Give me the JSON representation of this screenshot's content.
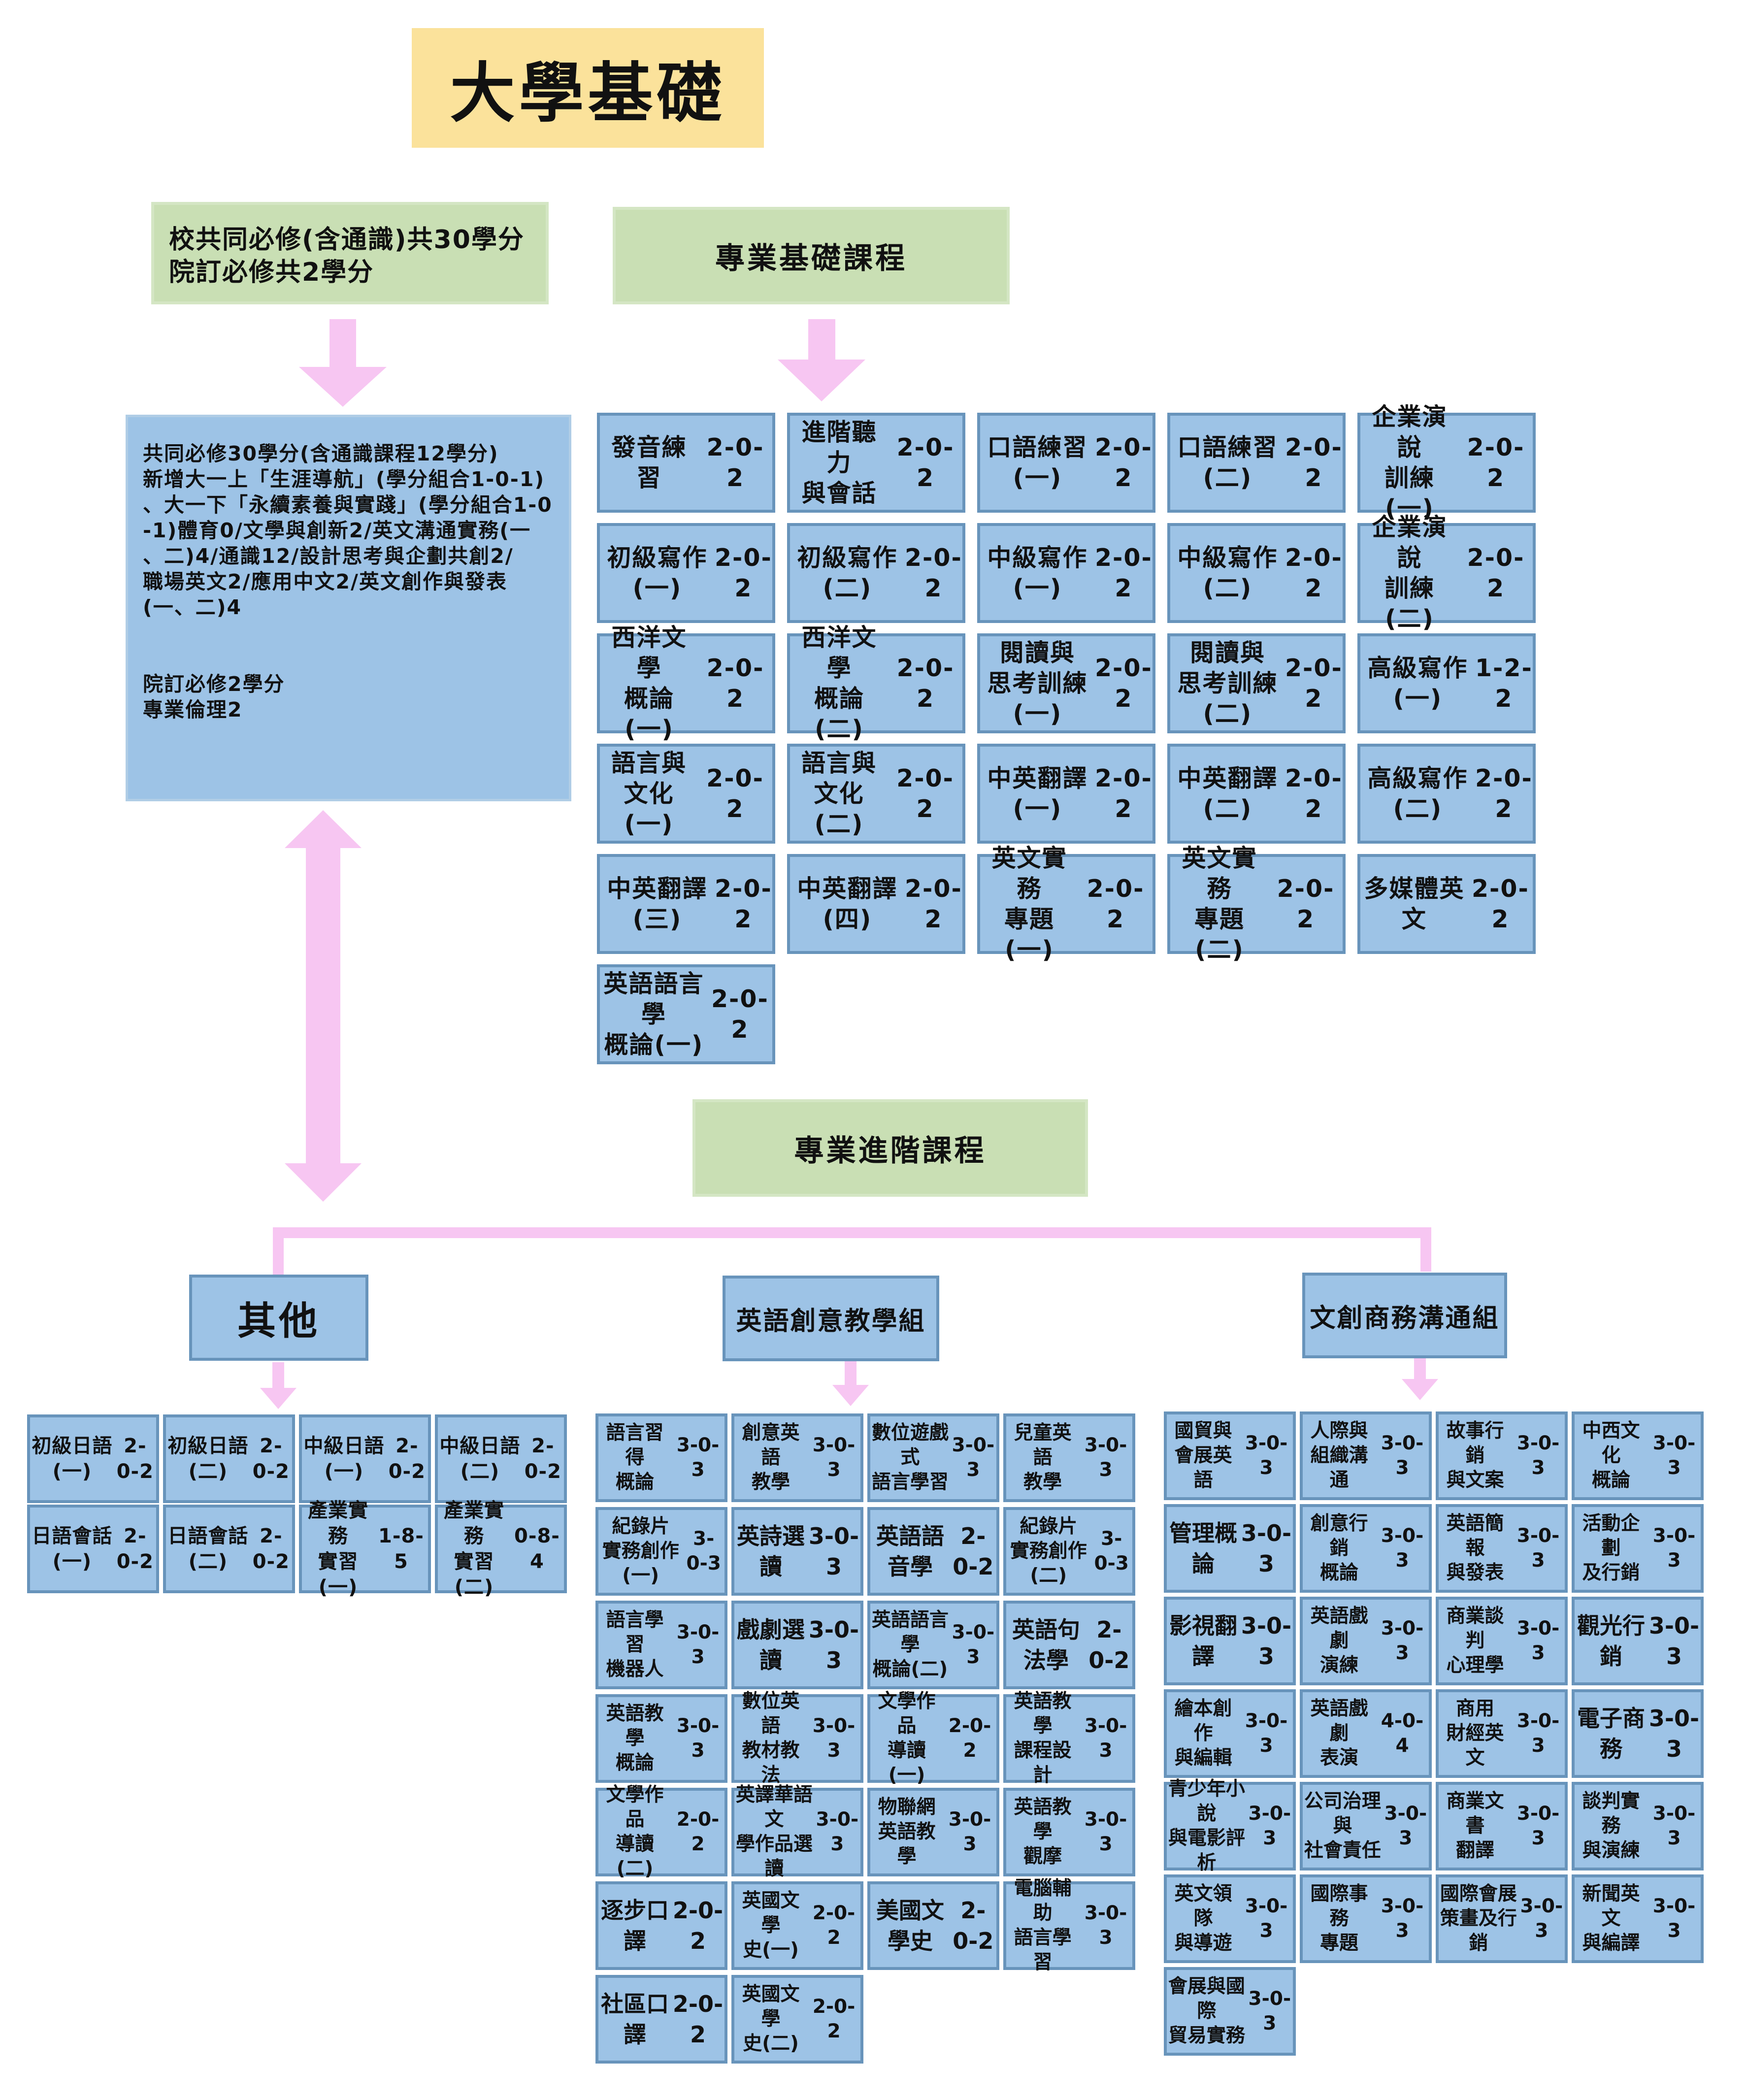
{
  "title": "大學基礎",
  "header_left": {
    "line1": "校共同必修(含通識)共30學分",
    "line2": "院訂必修共2學分"
  },
  "header_basic": "專業基礎課程",
  "header_advanced": "專業進階課程",
  "requirements_note": "共同必修30學分(含通識課程12學分)\n新增大一上「生涯導航」(學分組合1-0-1)\n、大一下「永續素養與實踐」(學分組合1-0\n-1)體育0/文學與創新2/英文溝通實務(一\n、二)4/通識12/設計思考與企劃共創2/\n職場英文2/應用中文2/英文創作與發表\n(一、二)4\n\n\n院訂必修2學分\n專業倫理2",
  "basic_courses": [
    {
      "name": "發音練習",
      "credits": "2-0-2"
    },
    {
      "name": "進階聽力\n與會話",
      "credits": "2-0-2"
    },
    {
      "name": "口語練習(一)",
      "credits": "2-0-2"
    },
    {
      "name": "口語練習(二)",
      "credits": "2-0-2"
    },
    {
      "name": "企業演說\n訓練(一)",
      "credits": "2-0-2"
    },
    {
      "name": "初級寫作(一)",
      "credits": "2-0-2"
    },
    {
      "name": "初級寫作(二)",
      "credits": "2-0-2"
    },
    {
      "name": "中級寫作(一)",
      "credits": "2-0-2"
    },
    {
      "name": "中級寫作(二)",
      "credits": "2-0-2"
    },
    {
      "name": "企業演說\n訓練(二)",
      "credits": "2-0-2"
    },
    {
      "name": "西洋文學\n概論(一)",
      "credits": "2-0-2"
    },
    {
      "name": "西洋文學\n概論(二)",
      "credits": "2-0-2"
    },
    {
      "name": "閱讀與\n思考訓練(一)",
      "credits": "2-0-2"
    },
    {
      "name": "閱讀與\n思考訓練(二)",
      "credits": "2-0-2"
    },
    {
      "name": "高級寫作(一)",
      "credits": "1-2-2"
    },
    {
      "name": "語言與\n文化(一)",
      "credits": "2-0-2"
    },
    {
      "name": "語言與\n文化(二)",
      "credits": "2-0-2"
    },
    {
      "name": "中英翻譯(一)",
      "credits": "2-0-2"
    },
    {
      "name": "中英翻譯(二)",
      "credits": "2-0-2"
    },
    {
      "name": "高級寫作(二)",
      "credits": "2-0-2"
    },
    {
      "name": "中英翻譯(三)",
      "credits": "2-0-2"
    },
    {
      "name": "中英翻譯(四)",
      "credits": "2-0-2"
    },
    {
      "name": "英文實務\n專題(一)",
      "credits": "2-0-2"
    },
    {
      "name": "英文實務\n專題(二)",
      "credits": "2-0-2"
    },
    {
      "name": "多媒體英文",
      "credits": "2-0-2"
    },
    {
      "name": "英語語言學\n概論(一)",
      "credits": "2-0-2"
    }
  ],
  "group_other": {
    "label": "其他",
    "courses": [
      {
        "name": "初級日語(一)",
        "credits": "2-0-2"
      },
      {
        "name": "初級日語(二)",
        "credits": "2-0-2"
      },
      {
        "name": "中級日語(一)",
        "credits": "2-0-2"
      },
      {
        "name": "中級日語(二)",
        "credits": "2-0-2"
      },
      {
        "name": "日語會話(一)",
        "credits": "2-0-2"
      },
      {
        "name": "日語會話(二)",
        "credits": "2-0-2"
      },
      {
        "name": "產業實務\n實習(一)",
        "credits": "1-8-5"
      },
      {
        "name": "產業實務\n實習(二)",
        "credits": "0-8-4"
      }
    ]
  },
  "group_teaching": {
    "label": "英語創意教學組",
    "courses": [
      {
        "name": "語言習得\n概論",
        "credits": "3-0-3"
      },
      {
        "name": "創意英語\n教學",
        "credits": "3-0-3"
      },
      {
        "name": "數位遊戲式\n語言學習",
        "credits": "3-0-3"
      },
      {
        "name": "兒童英語\n教學",
        "credits": "3-0-3"
      },
      {
        "name": "紀錄片\n實務創作(一)",
        "credits": "3-0-3"
      },
      {
        "name": "英詩選讀",
        "credits": "3-0-3"
      },
      {
        "name": "英語語音學",
        "credits": "2-0-2"
      },
      {
        "name": "紀錄片\n實務創作(二)",
        "credits": "3-0-3"
      },
      {
        "name": "語言學習\n機器人",
        "credits": "3-0-3"
      },
      {
        "name": "戲劇選讀",
        "credits": "3-0-3"
      },
      {
        "name": "英語語言學\n概論(二)",
        "credits": "3-0-3"
      },
      {
        "name": "英語句法學",
        "credits": "2-0-2"
      },
      {
        "name": "英語教學\n概論",
        "credits": "3-0-3"
      },
      {
        "name": "數位英語\n教材教法",
        "credits": "3-0-3"
      },
      {
        "name": "文學作品\n導讀(一)",
        "credits": "2-0-2"
      },
      {
        "name": "英語教學\n課程設計",
        "credits": "3-0-3"
      },
      {
        "name": "文學作品\n導讀(二)",
        "credits": "2-0-2"
      },
      {
        "name": "英譯華語文\n學作品選讀",
        "credits": "3-0-3"
      },
      {
        "name": "物聯網\n英語教學",
        "credits": "3-0-3"
      },
      {
        "name": "英語教學\n觀摩",
        "credits": "3-0-3"
      },
      {
        "name": "逐步口譯",
        "credits": "2-0-2"
      },
      {
        "name": "英國文學\n史(一)",
        "credits": "2-0-2"
      },
      {
        "name": "美國文學史",
        "credits": "2-0-2"
      },
      {
        "name": "電腦輔助\n語言學習",
        "credits": "3-0-3"
      },
      {
        "name": "社區口譯",
        "credits": "2-0-2"
      },
      {
        "name": "英國文學\n史(二)",
        "credits": "2-0-2"
      }
    ]
  },
  "group_business": {
    "label": "文創商務溝通組",
    "courses": [
      {
        "name": "國貿與\n會展英語",
        "credits": "3-0-3"
      },
      {
        "name": "人際與\n組織溝通",
        "credits": "3-0-3"
      },
      {
        "name": "故事行銷\n與文案",
        "credits": "3-0-3"
      },
      {
        "name": "中西文化\n概論",
        "credits": "3-0-3"
      },
      {
        "name": "管理概論",
        "credits": "3-0-3"
      },
      {
        "name": "創意行銷\n概論",
        "credits": "3-0-3"
      },
      {
        "name": "英語簡報\n與發表",
        "credits": "3-0-3"
      },
      {
        "name": "活動企劃\n及行銷",
        "credits": "3-0-3"
      },
      {
        "name": "影視翻譯",
        "credits": "3-0-3"
      },
      {
        "name": "英語戲劇\n演練",
        "credits": "3-0-3"
      },
      {
        "name": "商業談判\n心理學",
        "credits": "3-0-3"
      },
      {
        "name": "觀光行銷",
        "credits": "3-0-3"
      },
      {
        "name": "繪本創作\n與編輯",
        "credits": "3-0-3"
      },
      {
        "name": "英語戲劇\n表演",
        "credits": "4-0-4"
      },
      {
        "name": "商用\n財經英文",
        "credits": "3-0-3"
      },
      {
        "name": "電子商務",
        "credits": "3-0-3"
      },
      {
        "name": "青少年小說\n與電影評析",
        "credits": "3-0-3"
      },
      {
        "name": "公司治理與\n社會責任",
        "credits": "3-0-3"
      },
      {
        "name": "商業文書\n翻譯",
        "credits": "3-0-3"
      },
      {
        "name": "談判實務\n與演練",
        "credits": "3-0-3"
      },
      {
        "name": "英文領隊\n與導遊",
        "credits": "3-0-3"
      },
      {
        "name": "國際事務\n專題",
        "credits": "3-0-3"
      },
      {
        "name": "國際會展\n策畫及行銷",
        "credits": "3-0-3"
      },
      {
        "name": "新聞英文\n與編譯",
        "credits": "3-0-3"
      },
      {
        "name": "會展與國際\n貿易實務",
        "credits": "3-0-3"
      }
    ]
  },
  "colors": {
    "box_fill": "#9dc3e6",
    "box_border": "#6894bb",
    "header_fill": "#c9dfb4",
    "title_fill": "#fbe29b",
    "arrow": "#f7c6f2"
  }
}
